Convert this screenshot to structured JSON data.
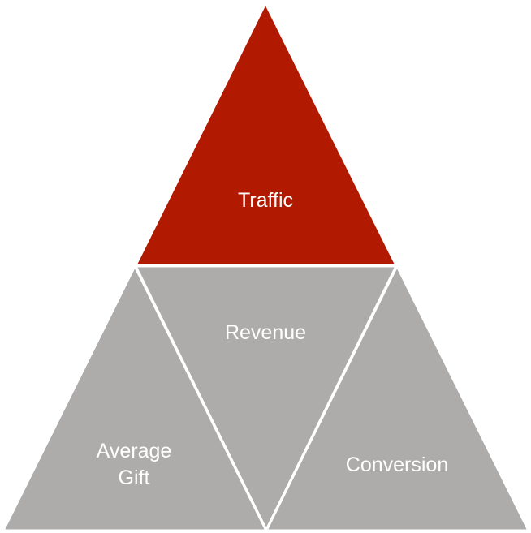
{
  "diagram": {
    "segments": {
      "traffic": {
        "label": "Traffic",
        "color": "#b11a00"
      },
      "revenue": {
        "label": "Revenue",
        "color": "#aeabab"
      },
      "average_gift": {
        "label_lines": [
          "Average",
          "Gift"
        ],
        "color": "#aeabab"
      },
      "conversion": {
        "label": "Conversion",
        "color": "#aeabab"
      }
    },
    "border_color": "#ffffff"
  }
}
